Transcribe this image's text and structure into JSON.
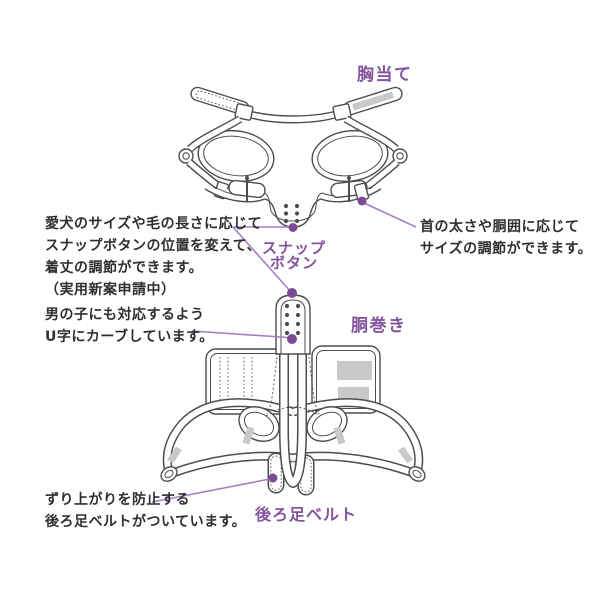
{
  "diagram": {
    "background": "#ffffff",
    "colors": {
      "label_purple": "#84549c",
      "pointer_line_purple": "#a47fc2",
      "pointer_dot_purple": "#7c4a94",
      "artwork_stroke": "#4d4d4d",
      "velcro_gray": "#c9c9c9",
      "note_text": "#2f2f2f"
    },
    "part_labels": {
      "chest_pad": "胸当て",
      "snap_button_line1": "スナップ",
      "snap_button_line2": "ボタン",
      "belly_wrap": "胴巻き",
      "rear_leg_belt": "後ろ足ベルト"
    },
    "notes": {
      "snap_adjust": {
        "line1": "愛犬のサイズや毛の長さに応じて",
        "line2": "スナップボタンの位置を変えて、",
        "line3": "着丈の調節ができます。",
        "line4": "（実用新案申請中）"
      },
      "neck_adjust": {
        "line1": "首の太さや胴囲に応じて",
        "line2": "サイズの調節ができます。"
      },
      "u_curve": {
        "line1": "男の子にも対応するよう",
        "line2": "U字にカーブしています。"
      },
      "slip_prevention": {
        "line1": "ずり上がりを防止する",
        "line2": "後ろ足ベルトがついています。"
      }
    }
  }
}
